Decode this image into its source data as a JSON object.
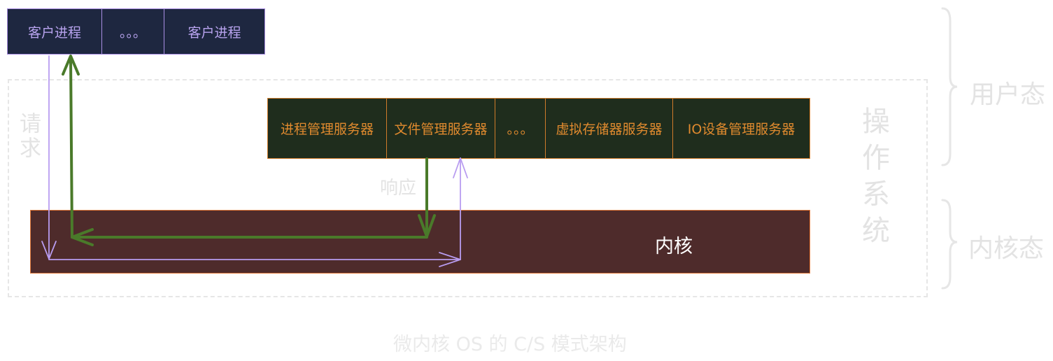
{
  "clients": {
    "cells": [
      "客户进程",
      "。。。",
      "客户进程"
    ]
  },
  "servers": {
    "cells": [
      "进程管理服务器",
      "文件管理服务器",
      "。。。",
      "虚拟存储器服务器",
      "IO设备管理服务器"
    ]
  },
  "kernel": {
    "label": "内核"
  },
  "labels": {
    "request": "请求",
    "response": "响应",
    "operating_system": "操作系统",
    "user_mode": "用户态",
    "kernel_mode": "内核态"
  },
  "caption": "微内核 OS 的 C/S 模式架构",
  "colors": {
    "client_fill": "#1e2740",
    "client_border": "#a98ee3",
    "server_fill": "#1f2d1d",
    "server_border": "#d07b2a",
    "kernel_fill": "#4e2b2b",
    "kernel_border": "#e0773a",
    "green_arrow": "#4a7a2a",
    "purple_arrow": "#b89cf0"
  }
}
